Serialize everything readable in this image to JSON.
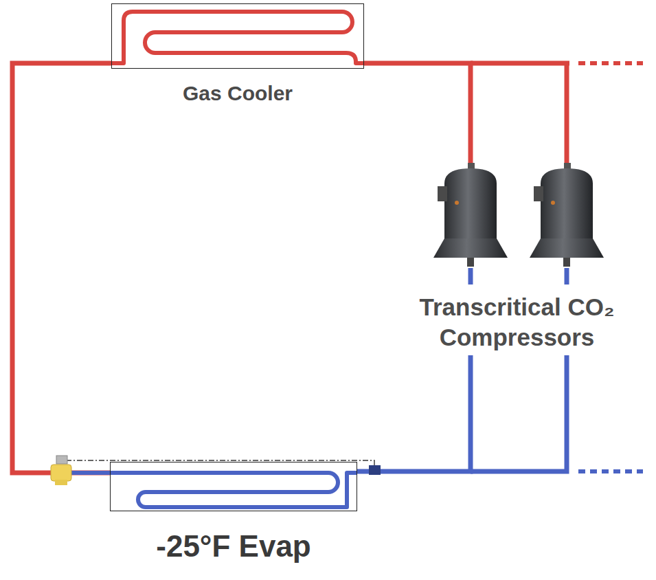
{
  "diagram": {
    "nodes": [
      {
        "text": [
          "Gas Cooler"
        ]
      },
      {
        "text": [
          "Transcritical CO₂ Compressors"
        ]
      },
      {
        "text": [
          "-25°F Evap"
        ]
      }
    ],
    "edges": [
      {
        "from": 0,
        "to": 2,
        "arrow": "none"
      },
      {
        "from": 2,
        "to": 1,
        "arrow": "none"
      },
      {
        "from": 1,
        "to": 0,
        "arrow": "none"
      }
    ]
  }
}
